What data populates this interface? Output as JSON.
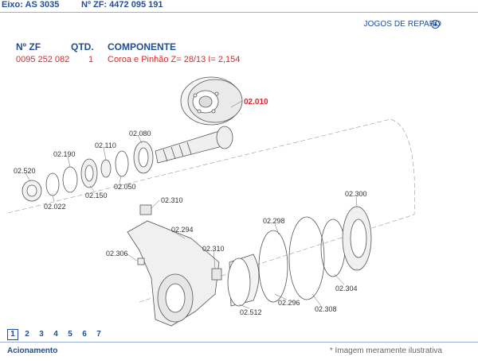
{
  "header": {
    "eixo": "Eixo: AS 3035",
    "nzf": "Nº ZF: 4472 095 191"
  },
  "jogos_label": "JOGOS DE REPARO",
  "jogos_icon": "download-circle-icon",
  "table": {
    "headers": {
      "nzf": "Nº ZF",
      "qtd": "QTD.",
      "componente": "COMPONENTE"
    },
    "rows": [
      {
        "nzf": "0095 252 082",
        "qtd": "1",
        "componente": "Coroa e Pinhão Z= 28/13  I= 2,154"
      }
    ]
  },
  "diagram_labels": {
    "l02010": "02.010",
    "l02080": "02.080",
    "l02110": "02.110",
    "l02190": "02.190",
    "l02520": "02.520",
    "l02150": "02.150",
    "l02050": "02.050",
    "l02022": "02.022",
    "l02310a": "02.310",
    "l02300": "02.300",
    "l02298": "02.298",
    "l02294": "02.294",
    "l02306": "02.306",
    "l02310b": "02.310",
    "l02512": "02.512",
    "l02296": "02.296",
    "l02308": "02.308",
    "l02304": "02.304"
  },
  "pager": {
    "current": "1",
    "pages": [
      "2",
      "3",
      "4",
      "5",
      "6",
      "7"
    ]
  },
  "footer": {
    "left": "Acionamento",
    "note": "* Imagem meramente ilustrativa"
  },
  "colors": {
    "accent": "#1f4e96",
    "highlight": "#e0262c"
  }
}
